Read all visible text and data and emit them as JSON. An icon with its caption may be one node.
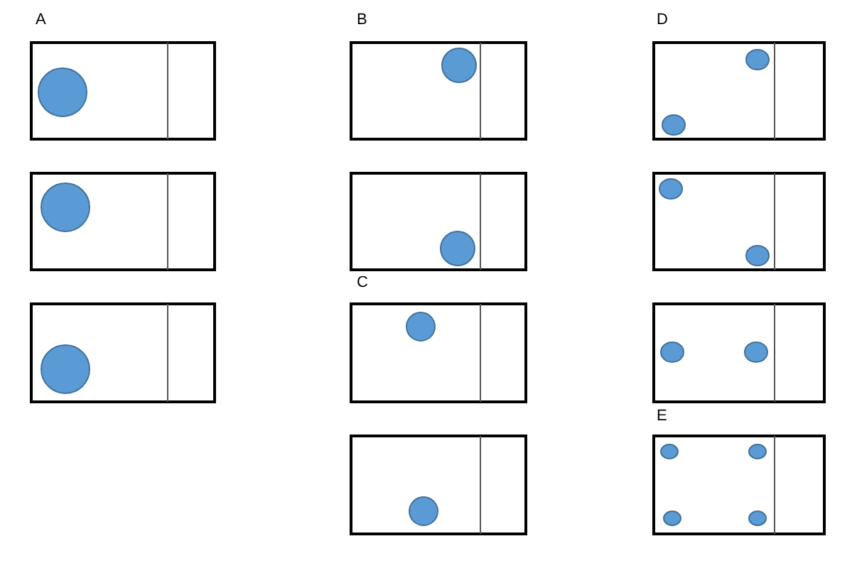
{
  "diagram": {
    "labels": [
      "A",
      "B",
      "C",
      "D",
      "E"
    ]
  }
}
